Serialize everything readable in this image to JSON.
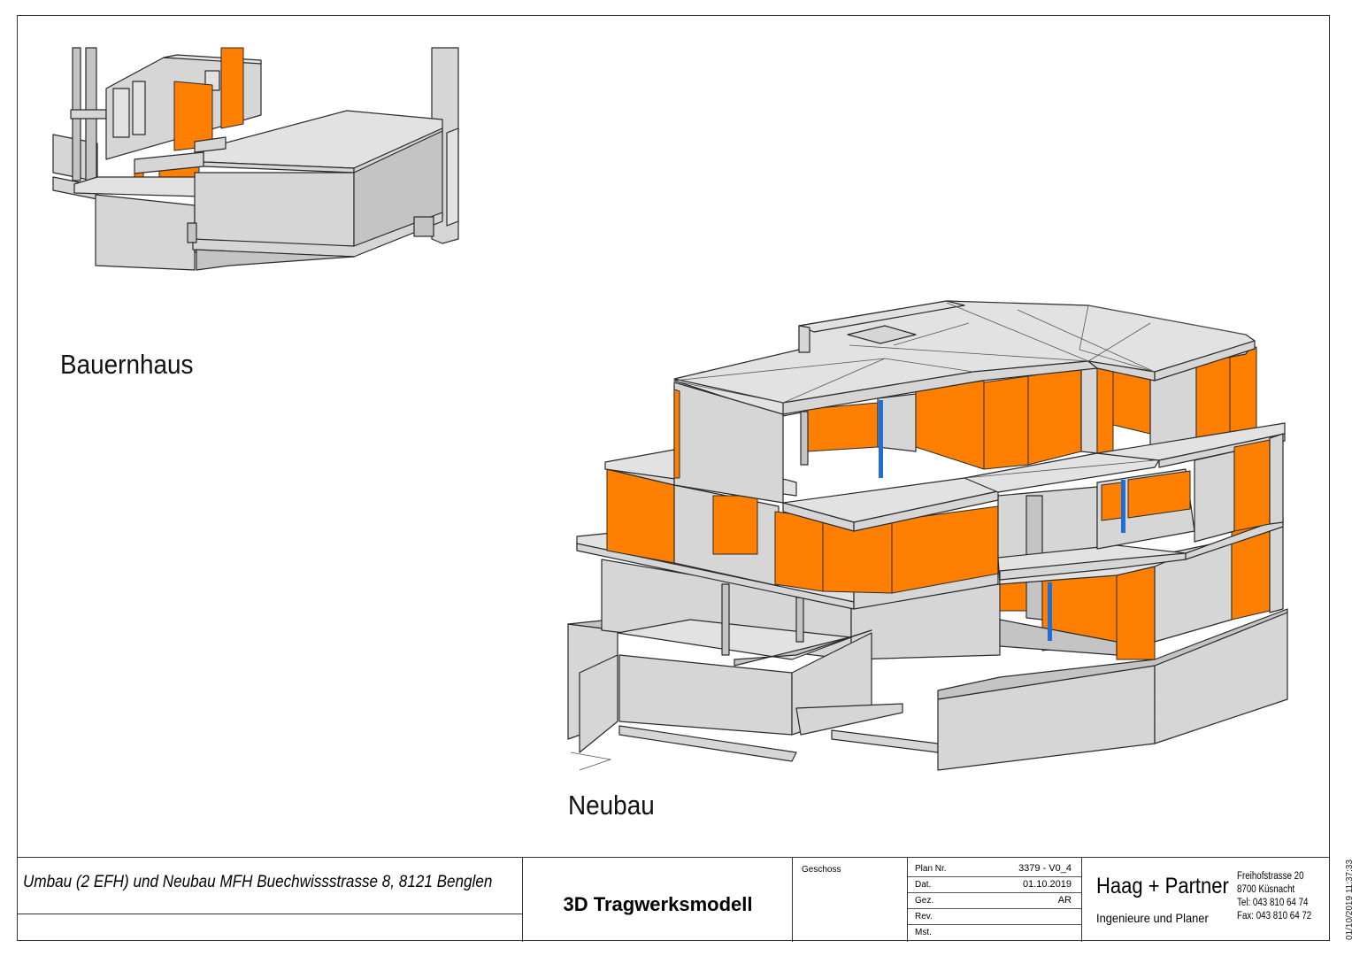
{
  "labels": {
    "bauernhaus": "Bauernhaus",
    "neubau": "Neubau"
  },
  "title_block": {
    "project": "Umbau (2 EFH) und Neubau MFH Buechwissstrasse 8, 8121 Benglen",
    "plan_title": "3D Tragwerksmodell",
    "geschoss_label": "Geschoss",
    "rows": [
      {
        "key": "Plan Nr.",
        "value": "3379 - V0_4"
      },
      {
        "key": "Dat.",
        "value": "01.10.2019"
      },
      {
        "key": "Gez.",
        "value": "AR"
      },
      {
        "key": "Rev.",
        "value": ""
      },
      {
        "key": "Mst.",
        "value": ""
      }
    ],
    "company": {
      "name": "Haag + Partner",
      "subtitle": "Ingenieure und Planer",
      "street": "Freihofstrasse 20",
      "city": "8700 Küsnacht",
      "tel": "Tel:  043 810 64 74",
      "fax": "Fax: 043 810 64 72"
    }
  },
  "timestamp": "01/10/2019 11:37:33",
  "colors": {
    "concrete": "#d6d6d6",
    "wall_highlight": "#ff7f00",
    "column": "#1f6fd6",
    "line": "#333333"
  }
}
